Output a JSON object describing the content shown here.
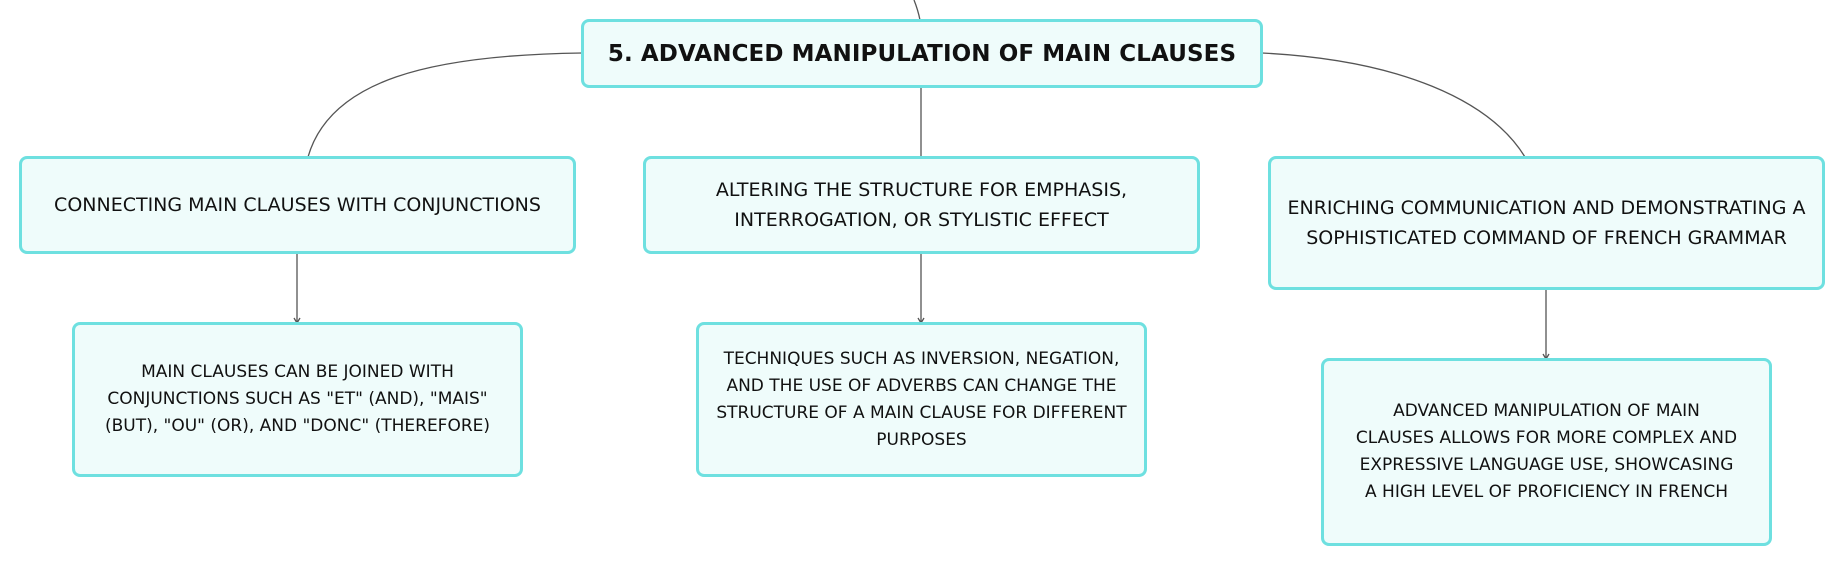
{
  "diagram": {
    "root": {
      "label": "5. ADVANCED MANIPULATION OF MAIN CLAUSES"
    },
    "branches": [
      {
        "label": "CONNECTING MAIN CLAUSES WITH CONJUNCTIONS",
        "detail": "MAIN CLAUSES CAN BE JOINED WITH CONJUNCTIONS SUCH AS \"ET\" (AND), \"MAIS\" (BUT), \"OU\" (OR), AND \"DONC\" (THEREFORE)"
      },
      {
        "label": "ALTERING THE STRUCTURE FOR EMPHASIS, INTERROGATION, OR STYLISTIC EFFECT",
        "detail": "TECHNIQUES SUCH AS INVERSION, NEGATION, AND THE USE OF ADVERBS CAN CHANGE THE STRUCTURE OF A MAIN CLAUSE FOR DIFFERENT PURPOSES"
      },
      {
        "label": "ENRICHING COMMUNICATION AND DEMONSTRATING A SOPHISTICATED COMMAND OF FRENCH GRAMMAR",
        "detail": "ADVANCED MANIPULATION OF MAIN CLAUSES ALLOWS FOR MORE COMPLEX AND EXPRESSIVE LANGUAGE USE, SHOWCASING A HIGH LEVEL OF PROFICIENCY IN FRENCH"
      }
    ],
    "colors": {
      "node_border": "#6ee0e0",
      "node_fill": "#effcfb",
      "connector": "#555555"
    }
  }
}
